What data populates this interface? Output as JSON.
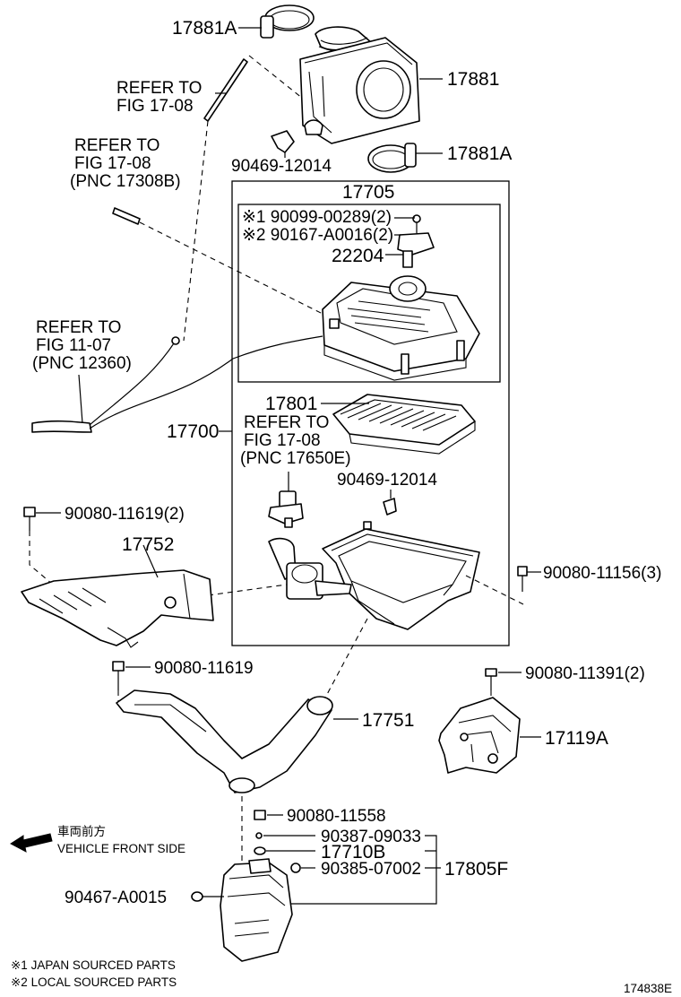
{
  "labels": {
    "l17881A_top": "17881A",
    "l17881": "17881",
    "l90469_top": "90469-12014",
    "l17881A_mid": "17881A",
    "l17705": "17705",
    "l90099": "※1 90099-00289(2)",
    "l90167": "※2 90167-A0016(2)",
    "l22204": "22204",
    "l17801": "17801",
    "l17700": "17700",
    "l90469_mid": "90469-12014",
    "l90080_11619_2": "90080-11619(2)",
    "l17752": "17752",
    "l90080_11156": "90080-11156(3)",
    "l90080_11619": "90080-11619",
    "l90080_11391": "90080-11391(2)",
    "l17751": "17751",
    "l17119A": "17119A",
    "l90080_11558": "90080-11558",
    "l90387": "90387-09033",
    "l17710B": "17710B",
    "l90385": "90385-07002",
    "l17805F": "17805F",
    "l90467": "90467-A0015"
  },
  "refers": {
    "ref1": [
      "REFER TO",
      "FIG 17-08"
    ],
    "ref2": [
      "REFER TO",
      "FIG 17-08",
      "(PNC 17308B)"
    ],
    "ref3": [
      "REFER TO",
      "FIG 11-07",
      "(PNC 12360)"
    ],
    "ref4": [
      "REFER TO",
      "FIG 17-08",
      "(PNC 17650E)"
    ]
  },
  "front": {
    "jp": "車両前方",
    "en": "VEHICLE FRONT SIDE",
    "arrow_icon": "left-arrow-icon"
  },
  "notes": {
    "note1": "※1 JAPAN SOURCED PARTS",
    "note2": "※2 LOCAL SOURCED PARTS"
  },
  "figure_id": "174838E"
}
